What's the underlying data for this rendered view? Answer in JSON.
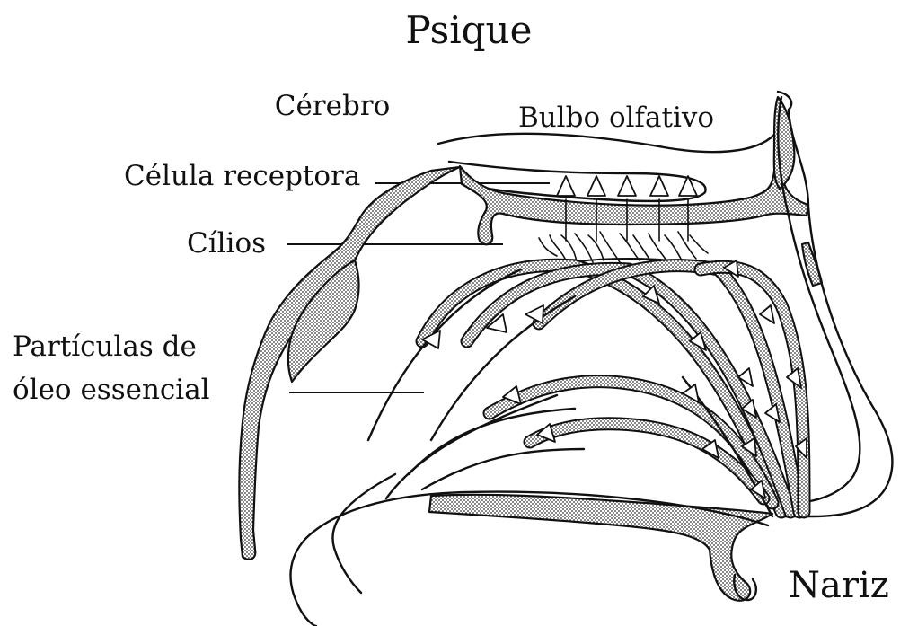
{
  "title": "Psique",
  "labels": {
    "brain": "Cérebro",
    "olfactory_bulb": "Bulbo olfativo",
    "receptor_cell": "Célula receptora",
    "cilia": "Cílios",
    "particles_line1": "Partículas de",
    "particles_line2": "óleo essencial",
    "nose": "Nariz"
  }
}
